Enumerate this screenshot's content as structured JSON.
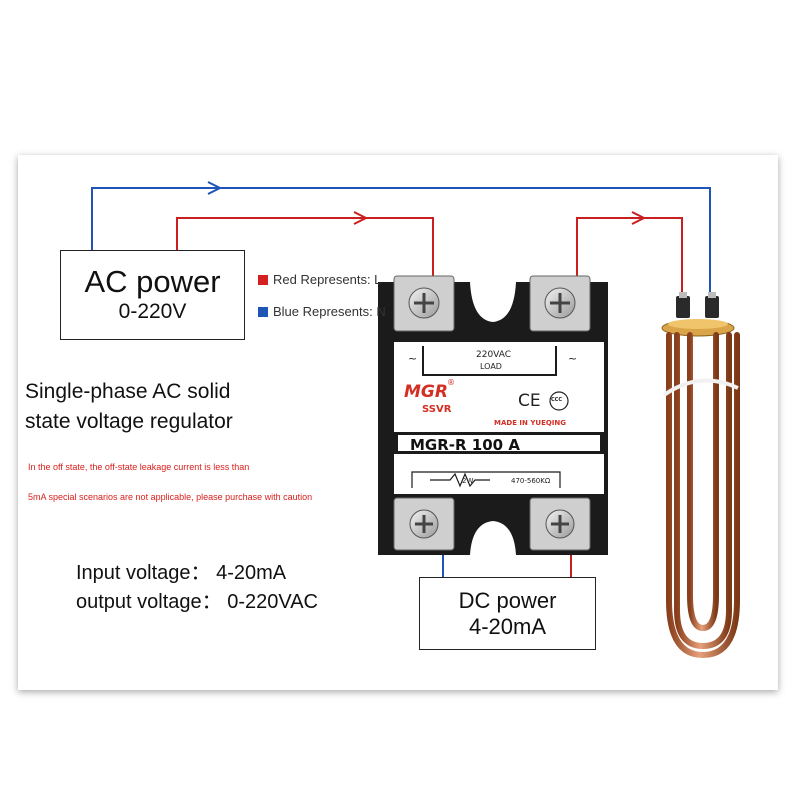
{
  "ac_power": {
    "title": "AC power",
    "range": "0-220V"
  },
  "legend": {
    "red": "Red Represents: L",
    "blue": "Blue Represents: N"
  },
  "heading": {
    "line1": "Single-phase AC solid",
    "line2": "state voltage regulator"
  },
  "notes": {
    "line1": "In the off state, the off-state leakage current is less than",
    "line2": "5mA special scenarios are not applicable, please purchase with caution"
  },
  "specs": {
    "input": "Input voltage： 4-20mA",
    "output": "output voltage： 0-220VAC"
  },
  "dc_power": {
    "title": "DC power",
    "range": "4-20mA"
  },
  "relay": {
    "brand": "MGR",
    "registered": "®",
    "series": "SSVR",
    "model": "MGR-R  100 A",
    "load_voltage": "220VAC",
    "load_label": "LOAD",
    "tilde_left": "~",
    "tilde_right": "~",
    "made_in": "MADE IN YUEQING",
    "ce": "CE",
    "ccc": "CCC",
    "wattage": "2W",
    "resistance": "470-560KΩ"
  },
  "colors": {
    "red": "#c8201e",
    "blue": "#2055b8",
    "copper": "#c46a3c",
    "relay_body": "#1b1b1b",
    "brand": "#d42f24"
  },
  "icons": [
    "terminal-screw-icon",
    "potentiometer-symbol-icon",
    "ce-mark-icon",
    "ccc-mark-icon",
    "arrow-right-icon"
  ]
}
